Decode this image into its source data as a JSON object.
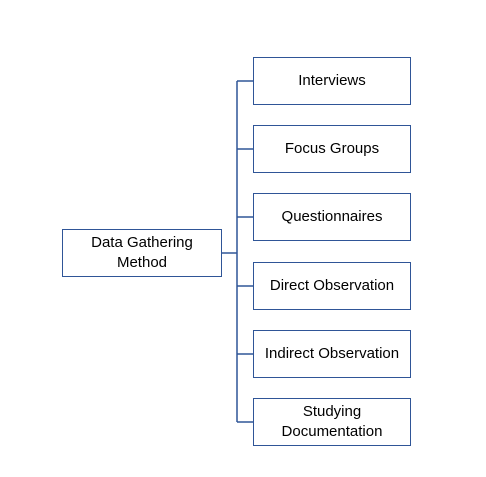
{
  "diagram": {
    "root": {
      "label": "Data Gathering Method"
    },
    "children": [
      {
        "label": "Interviews"
      },
      {
        "label": "Focus Groups"
      },
      {
        "label": "Questionnaires"
      },
      {
        "label": "Direct Observation"
      },
      {
        "label": "Indirect Observation"
      },
      {
        "label": "Studying Documentation"
      }
    ],
    "colors": {
      "border": "#2f5597",
      "connector": "#2f5597",
      "text": "#000000",
      "background": "#ffffff"
    }
  }
}
